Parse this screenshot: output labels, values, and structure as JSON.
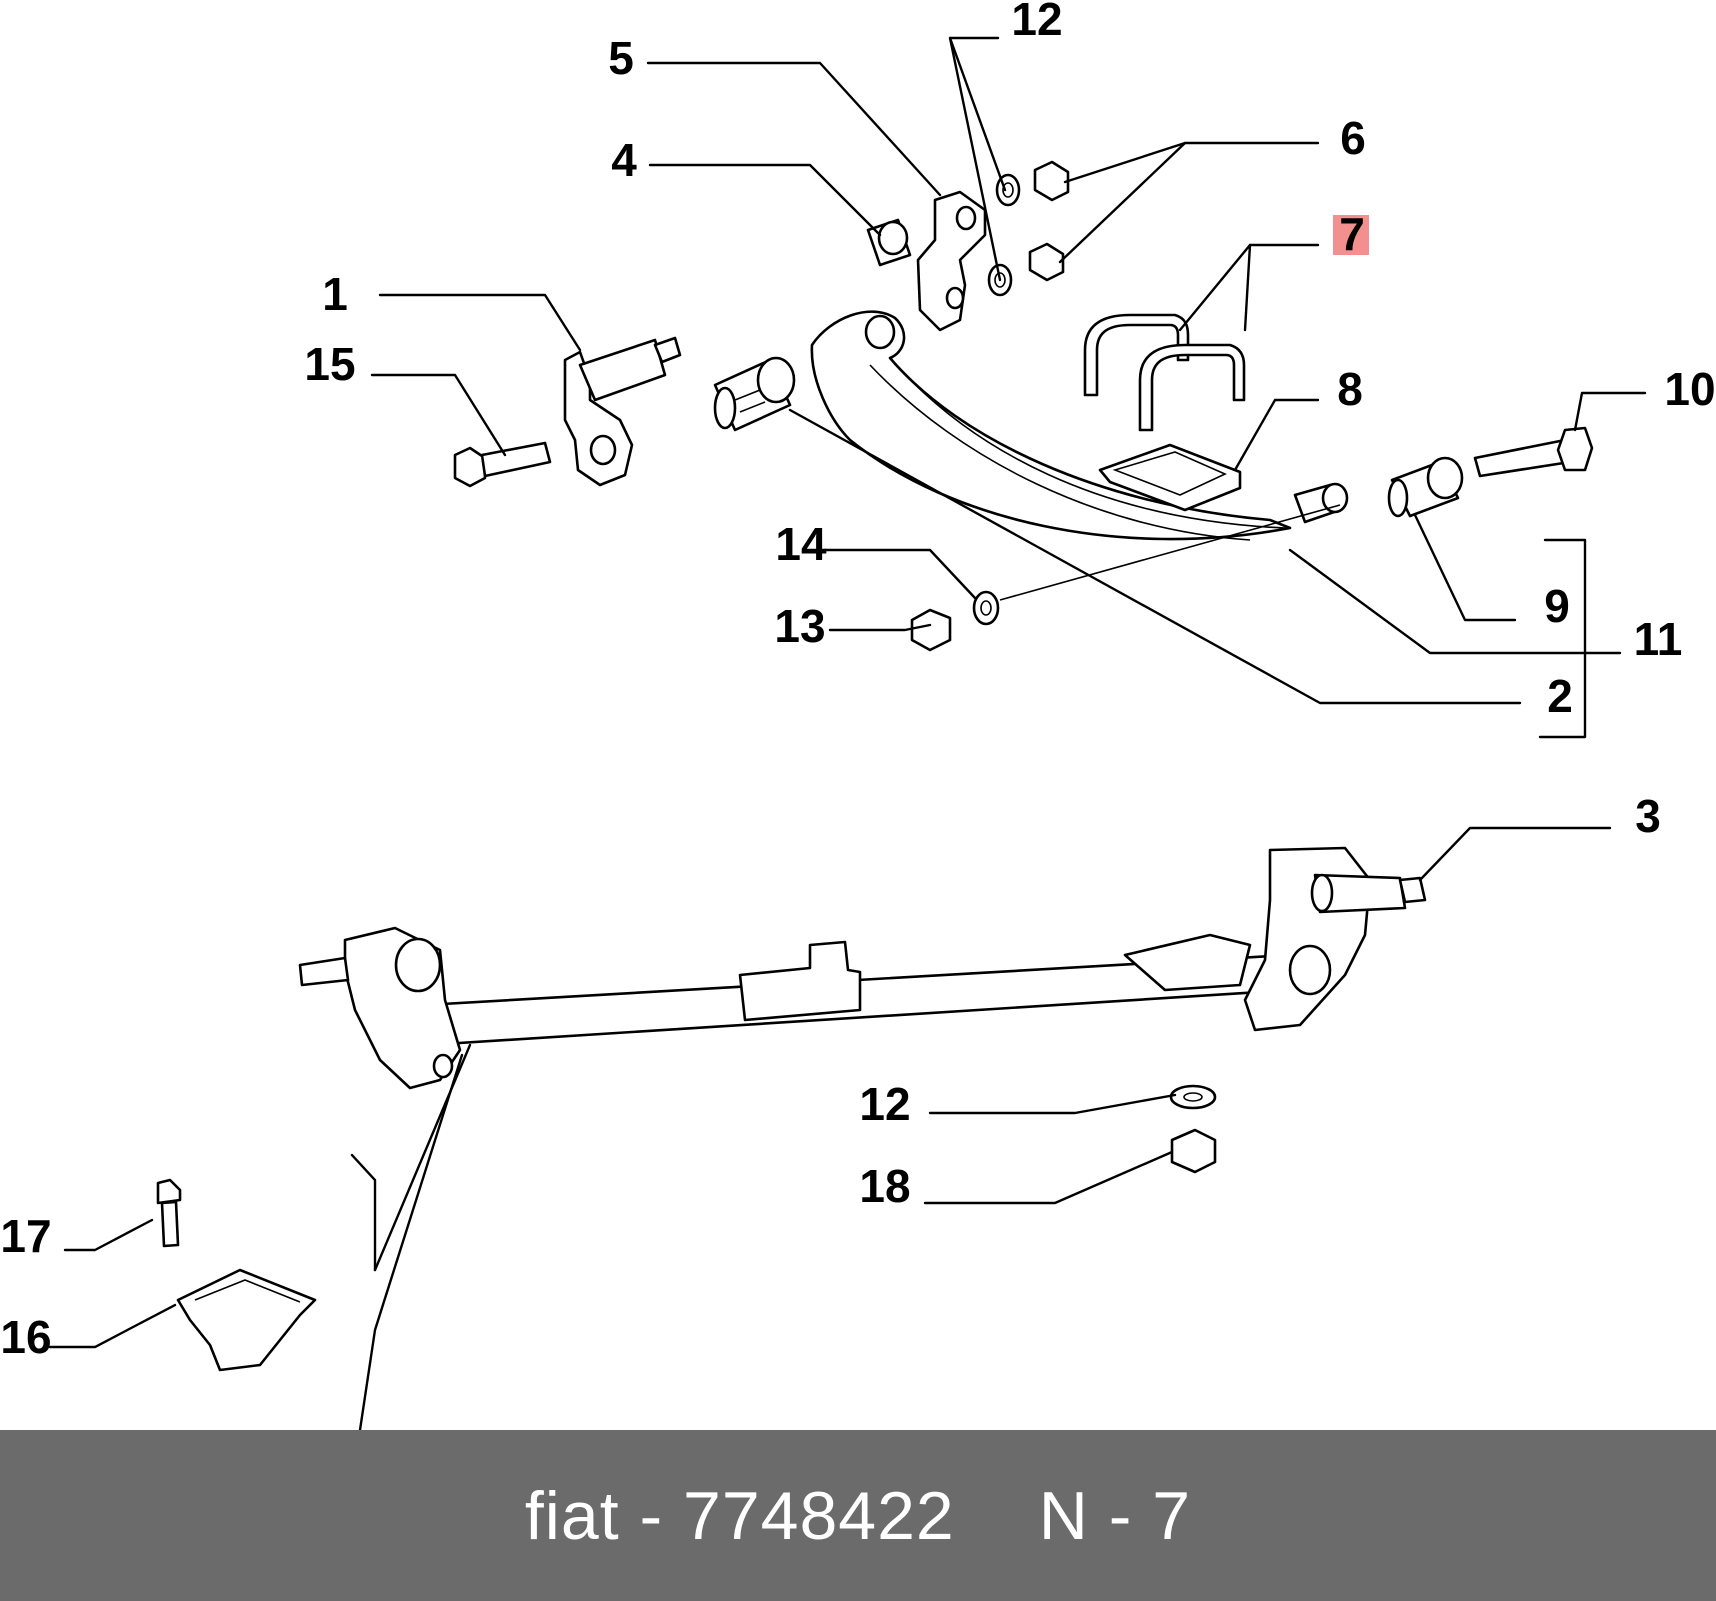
{
  "diagram": {
    "callouts": [
      "1",
      "2",
      "3",
      "4",
      "5",
      "6",
      "7",
      "8",
      "9",
      "10",
      "11",
      "12",
      "12",
      "13",
      "14",
      "15",
      "16",
      "17",
      "18"
    ],
    "highlighted_callout": "7",
    "highlight_color": "#f28f8f"
  },
  "footer": {
    "brand_part": "fiat - 7748422",
    "ref": "N - 7",
    "background": "#6b6b6b"
  }
}
